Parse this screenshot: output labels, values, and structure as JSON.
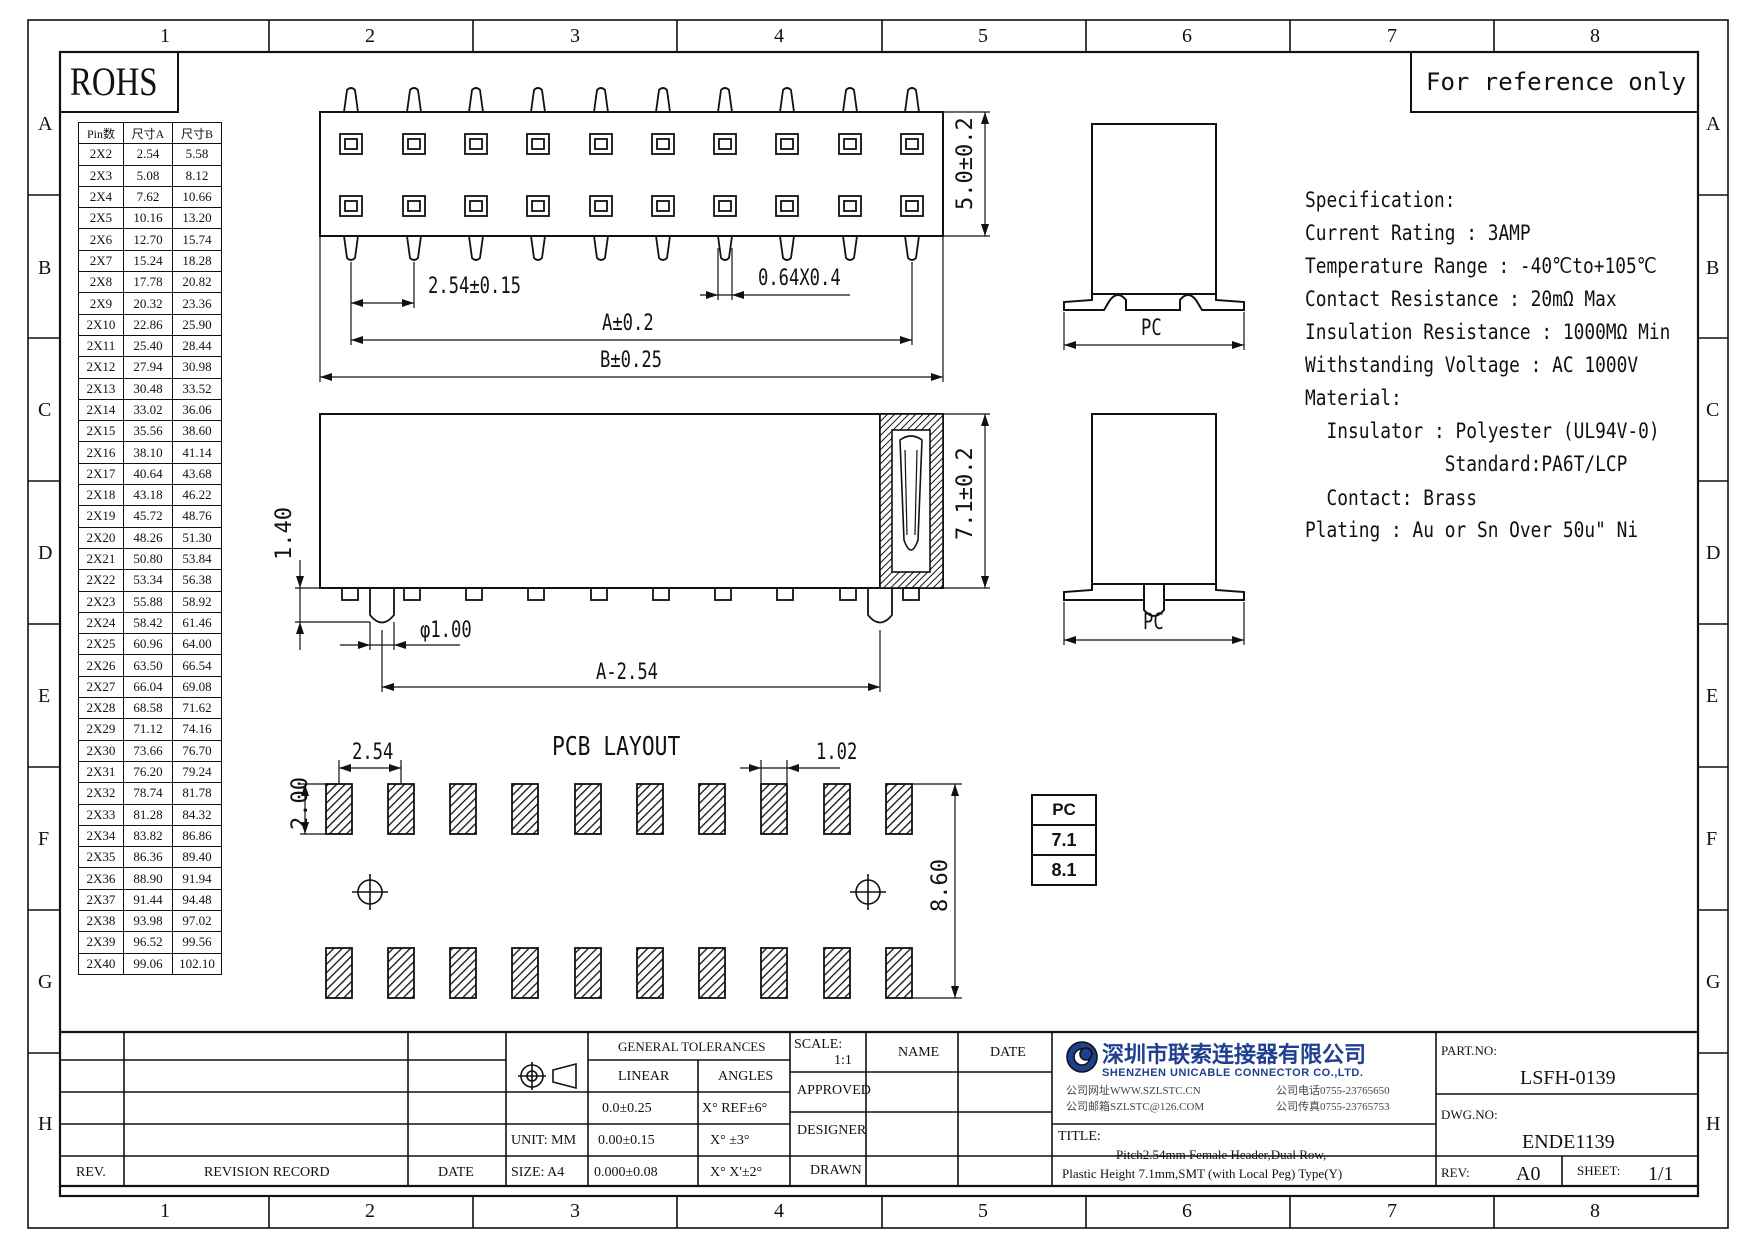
{
  "grid": {
    "columns": [
      "1",
      "2",
      "3",
      "4",
      "5",
      "6",
      "7",
      "8"
    ],
    "rows": [
      "A",
      "B",
      "C",
      "D",
      "E",
      "F",
      "G",
      "H"
    ]
  },
  "rohs_label": "ROHS",
  "reference_note": "For reference only",
  "pin_table": {
    "headers": [
      "Pin数",
      "尺寸A",
      "尺寸B"
    ],
    "rows": [
      [
        "2X2",
        "2.54",
        "5.58"
      ],
      [
        "2X3",
        "5.08",
        "8.12"
      ],
      [
        "2X4",
        "7.62",
        "10.66"
      ],
      [
        "2X5",
        "10.16",
        "13.20"
      ],
      [
        "2X6",
        "12.70",
        "15.74"
      ],
      [
        "2X7",
        "15.24",
        "18.28"
      ],
      [
        "2X8",
        "17.78",
        "20.82"
      ],
      [
        "2X9",
        "20.32",
        "23.36"
      ],
      [
        "2X10",
        "22.86",
        "25.90"
      ],
      [
        "2X11",
        "25.40",
        "28.44"
      ],
      [
        "2X12",
        "27.94",
        "30.98"
      ],
      [
        "2X13",
        "30.48",
        "33.52"
      ],
      [
        "2X14",
        "33.02",
        "36.06"
      ],
      [
        "2X15",
        "35.56",
        "38.60"
      ],
      [
        "2X16",
        "38.10",
        "41.14"
      ],
      [
        "2X17",
        "40.64",
        "43.68"
      ],
      [
        "2X18",
        "43.18",
        "46.22"
      ],
      [
        "2X19",
        "45.72",
        "48.76"
      ],
      [
        "2X20",
        "48.26",
        "51.30"
      ],
      [
        "2X21",
        "50.80",
        "53.84"
      ],
      [
        "2X22",
        "53.34",
        "56.38"
      ],
      [
        "2X23",
        "55.88",
        "58.92"
      ],
      [
        "2X24",
        "58.42",
        "61.46"
      ],
      [
        "2X25",
        "60.96",
        "64.00"
      ],
      [
        "2X26",
        "63.50",
        "66.54"
      ],
      [
        "2X27",
        "66.04",
        "69.08"
      ],
      [
        "2X28",
        "68.58",
        "71.62"
      ],
      [
        "2X29",
        "71.12",
        "74.16"
      ],
      [
        "2X30",
        "73.66",
        "76.70"
      ],
      [
        "2X31",
        "76.20",
        "79.24"
      ],
      [
        "2X32",
        "78.74",
        "81.78"
      ],
      [
        "2X33",
        "81.28",
        "84.32"
      ],
      [
        "2X34",
        "83.82",
        "86.86"
      ],
      [
        "2X35",
        "86.36",
        "89.40"
      ],
      [
        "2X36",
        "88.90",
        "91.94"
      ],
      [
        "2X37",
        "91.44",
        "94.48"
      ],
      [
        "2X38",
        "93.98",
        "97.02"
      ],
      [
        "2X39",
        "96.52",
        "99.56"
      ],
      [
        "2X40",
        "99.06",
        "102.10"
      ]
    ]
  },
  "dimensions": {
    "height_top": "5.0±0.2",
    "pitch": "2.54±0.15",
    "pin_size": "0.64X0.4",
    "dim_a": "A±0.2",
    "dim_b": "B±0.25",
    "side_height": "7.1±0.2",
    "peg_offset": "1.40",
    "peg_dia": "φ1.00",
    "a_minus": "A-2.54",
    "pc_top": "PC",
    "pc_bottom": "PC"
  },
  "pcb_layout": {
    "title": "PCB LAYOUT",
    "pitch": "2.54",
    "pad_width": "1.02",
    "pad_height": "2.00",
    "row_spacing": "8.60"
  },
  "pc_table": [
    "PC",
    "7.1",
    "8.1"
  ],
  "specification": [
    "Specification:",
    "Current Rating : 3AMP",
    "Temperature Range : -40℃to+105℃",
    "Contact Resistance : 20mΩ  Max",
    "Insulation Resistance : 1000MΩ  Min",
    "Withstanding Voltage : AC 1000V",
    "Material:",
    "  Insulator : Polyester (UL94V-0)",
    "             Standard:PA6T/LCP",
    "  Contact: Brass",
    "Plating : Au or Sn Over 50u\" Ni"
  ],
  "title_block": {
    "rev_header": "REV.",
    "revision_record": "REVISION RECORD",
    "date_header": "DATE",
    "unit": "UNIT: MM",
    "size": "SIZE: A4",
    "general_tolerances": "GENERAL TOLERANCES",
    "linear": "LINEAR",
    "angles": "ANGLES",
    "tol_1": "0.0±0.25",
    "tol_2": "0.00±0.15",
    "tol_3": "0.000±0.08",
    "ang_1": "X° REF±6°",
    "ang_2": "X° ±3°",
    "ang_3": "X° X'±2°",
    "scale_label": "SCALE:",
    "scale_value": "1:1",
    "name_header": "NAME",
    "date2_header": "DATE",
    "approved": "APPROVED",
    "designer": "DESIGNER",
    "drawn": "DRAWN",
    "company_cn": "深圳市联索连接器有限公司",
    "company_en": "SHENZHEN UNICABLE CONNECTOR CO.,LTD.",
    "web": "公司网址WWW.SZLSTC.CN",
    "email": "公司邮箱SZLSTC@126.COM",
    "tel": "公司电话0755-23765650",
    "fax": "公司传真0755-23765753",
    "title_label": "TITLE:",
    "title_line1": "Pitch2.54mm Female Header,Dual Row,",
    "title_line2": "Plastic Height 7.1mm,SMT (with Local Peg) Type(Y)",
    "part_no_label": "PART.NO:",
    "part_no": "LSFH-0139",
    "dwg_no_label": "DWG.NO:",
    "dwg_no": "ENDE1139",
    "rev_label": "REV:",
    "rev_value": "A0",
    "sheet_label": "SHEET:",
    "sheet_value": "1/1"
  }
}
